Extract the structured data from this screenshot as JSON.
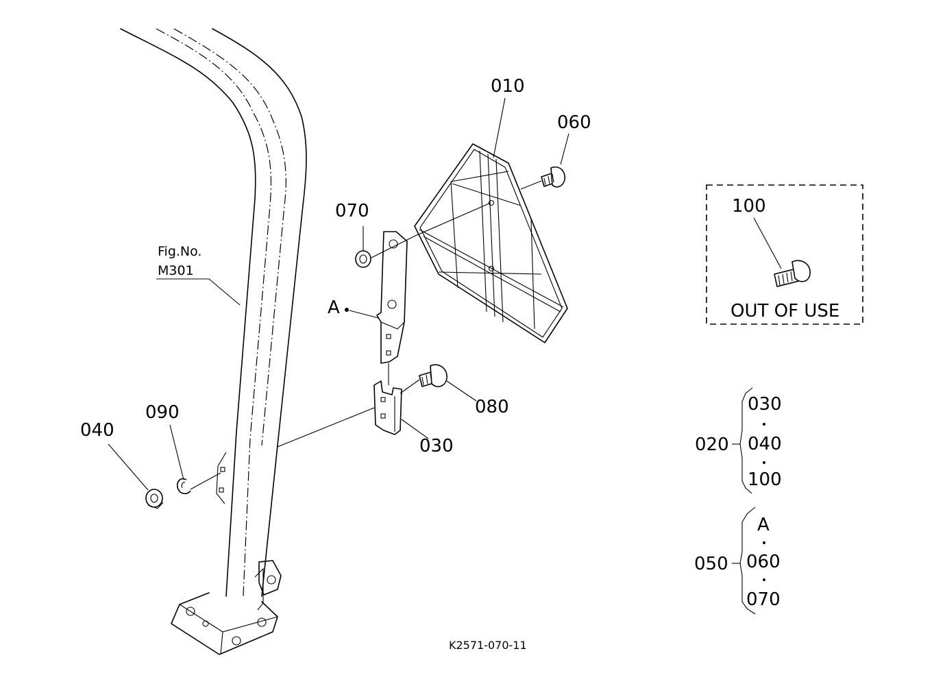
{
  "labels": {
    "p010": "010",
    "p060": "060",
    "p070": "070",
    "p040": "040",
    "p090": "090",
    "p080": "080",
    "p030": "030",
    "p100": "100",
    "point_a": "A"
  },
  "fig_ref": {
    "line1": "Fig.No.",
    "line2": "M301"
  },
  "out_of_use_box": {
    "part": "100",
    "text": "OUT OF USE"
  },
  "assemblies": [
    {
      "code": "020",
      "items": [
        "030",
        "040",
        "100"
      ]
    },
    {
      "code": "050",
      "items": [
        "A",
        "060",
        "070"
      ]
    }
  ],
  "drawing_number": "K2571-070-11"
}
